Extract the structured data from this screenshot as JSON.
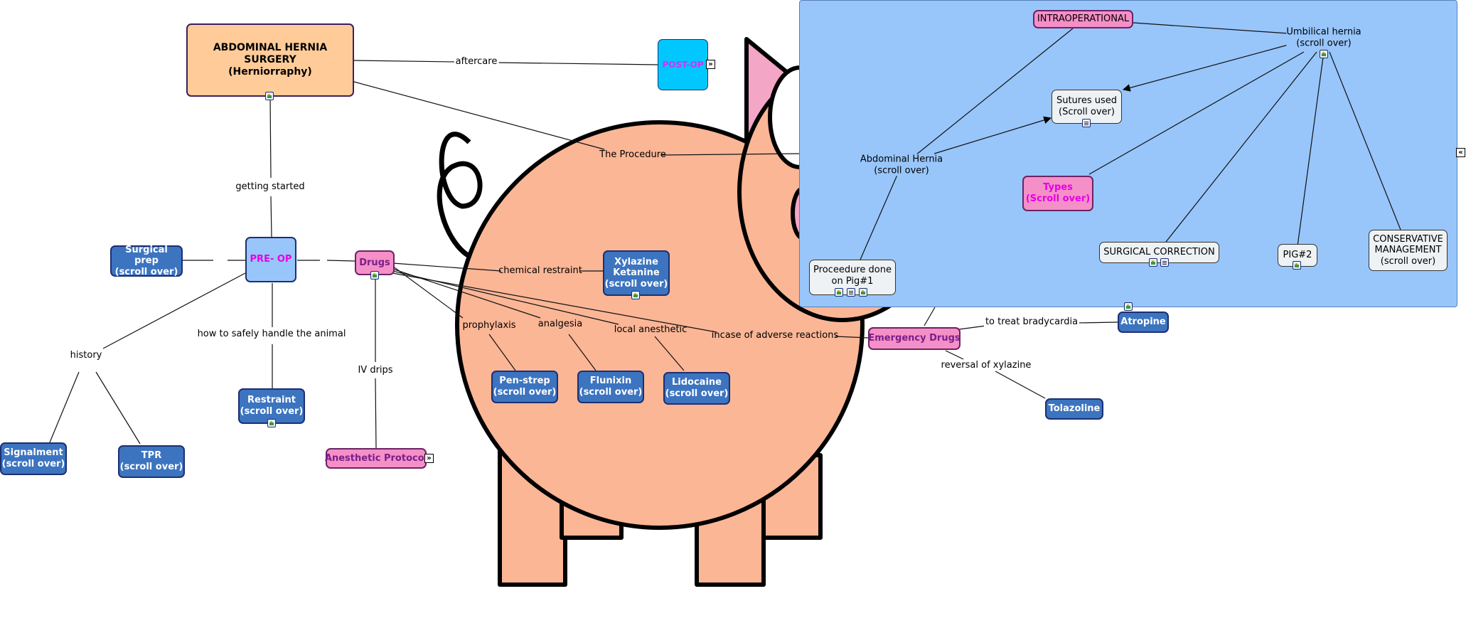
{
  "nodes": {
    "main_title": "ABDOMINAL HERNIA SURGERY\n(Herniorraphy)",
    "post_op": "POST-OP",
    "pre_op": "PRE- OP",
    "surgical_prep": "Surgical prep\n(scroll over)",
    "drugs": "Drugs",
    "xylazine": "Xylazine\nKetanine\n(scroll over)",
    "pen_strep": "Pen-strep\n(scroll over)",
    "flunixin": "Flunixin\n(scroll over)",
    "lidocaine": "Lidocaine\n(scroll over)",
    "restraint": "Restraint\n(scroll over)",
    "signalment": "Signalment\n(scroll over)",
    "tpr": "TPR\n(scroll over)",
    "anesthetic_protocol": "Anesthetic Protocol",
    "emergency_drugs": "Emergency Drugs",
    "atropine": "Atropine",
    "tolazoline": "Tolazoline",
    "intraoperational": "INTRAOPERATIONAL",
    "umbilical_hernia": "Umbilical hernia\n(scroll over)",
    "sutures_used": "Sutures used\n(Scroll over)",
    "abdominal_hernia": "Abdominal Hernia\n(scroll over)",
    "types": "Types\n(Scroll over)",
    "surgical_correction": "SURGICAL CORRECTION",
    "pig2": "PIG#2",
    "conservative": "CONSERVATIVE\nMANAGEMENT\n(scroll over)",
    "procedure_pig1": "Proceedure done\non Pig#1"
  },
  "links": {
    "aftercare": "aftercare",
    "the_procedure": "The Procedure",
    "getting_started": "getting started",
    "chemical_restraint": "chemical restraint",
    "prophylaxis": "prophylaxis",
    "analgesia": "analgesia",
    "local_anesthetic": "local anesthetic",
    "adverse_reactions": "incase of adverse reactions",
    "history": "history",
    "handle_animal": "how to safely handle the animal",
    "iv_drips": "IV drips",
    "treat_bradycardia": "to treat bradycardia",
    "reversal_xylazine": "reversal of xylazine"
  },
  "colors": {
    "title_fill": "#ffcc99",
    "post_op_fill": "#00c8ff",
    "post_op_text": "#cc33ff",
    "pre_op_fill": "#98c6fb",
    "pre_op_text": "#e600e6",
    "blue_node": "#3c74c0",
    "pink_node": "#f58fc7",
    "panel": "#98c6fb",
    "pig_body": "#fbb696",
    "pig_ear": "#f4a6c6"
  },
  "icons": {
    "image": "image-icon",
    "document": "document-icon",
    "expand": "expand-arrow-icon",
    "collapse": "collapse-arrow-icon"
  }
}
